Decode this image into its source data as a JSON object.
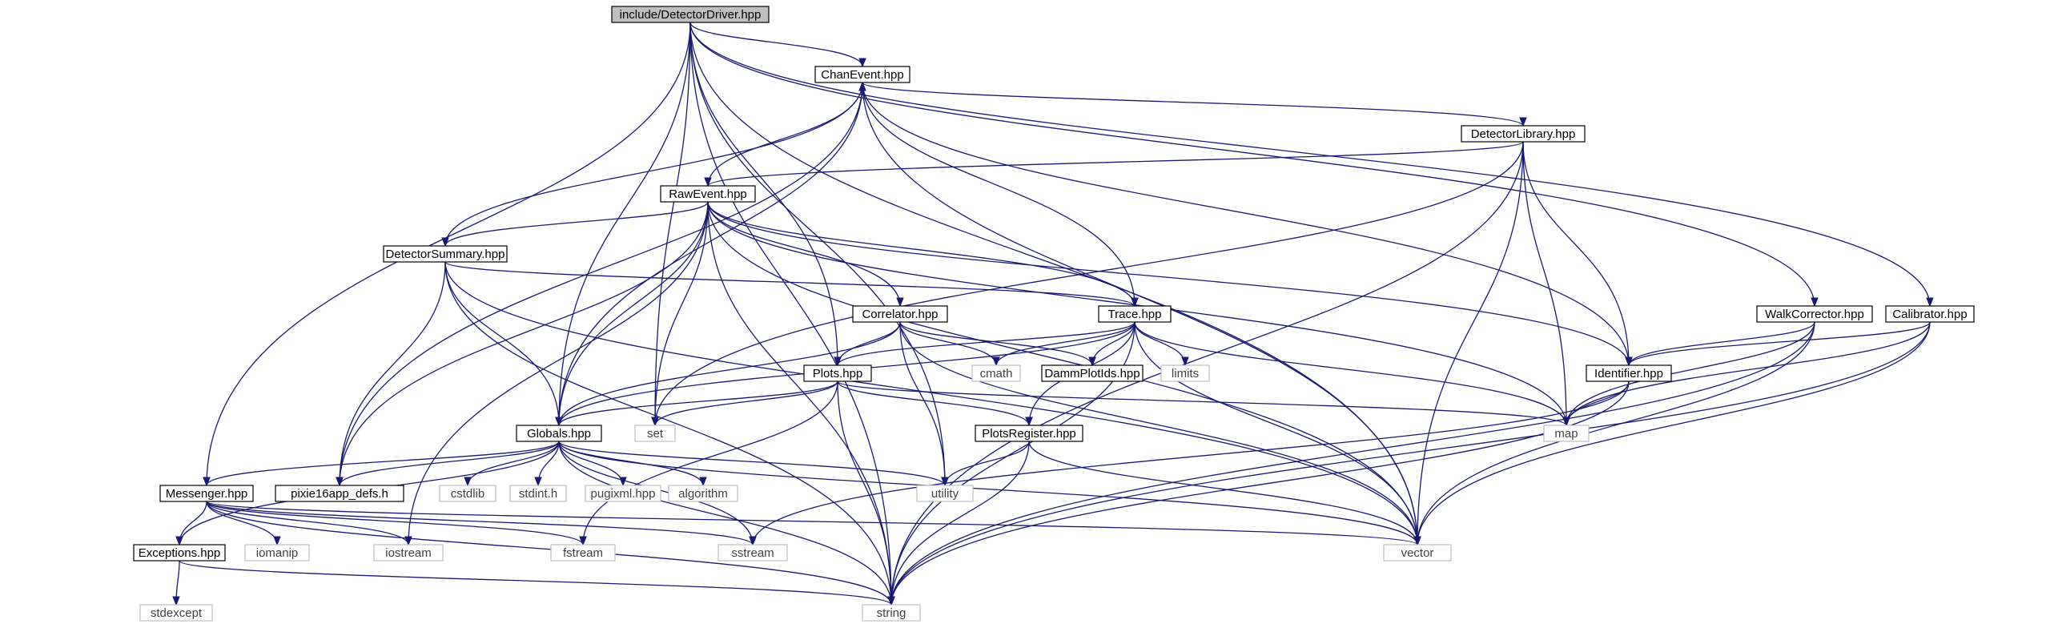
{
  "colors": {
    "edge": "#191970",
    "main_fill": "#bfbfbf",
    "border": "#000000",
    "system_border": "#bfbfbf",
    "background": "#ffffff"
  },
  "nodes": [
    {
      "id": "DetectorDriver",
      "label": "include/DetectorDriver.hpp",
      "kind": "main"
    },
    {
      "id": "ChanEvent",
      "label": "ChanEvent.hpp",
      "kind": "local"
    },
    {
      "id": "DetectorLibrary",
      "label": "DetectorLibrary.hpp",
      "kind": "local"
    },
    {
      "id": "RawEvent",
      "label": "RawEvent.hpp",
      "kind": "local"
    },
    {
      "id": "DetectorSummary",
      "label": "DetectorSummary.hpp",
      "kind": "local"
    },
    {
      "id": "Correlator",
      "label": "Correlator.hpp",
      "kind": "local"
    },
    {
      "id": "Trace",
      "label": "Trace.hpp",
      "kind": "local"
    },
    {
      "id": "WalkCorrector",
      "label": "WalkCorrector.hpp",
      "kind": "local"
    },
    {
      "id": "Calibrator",
      "label": "Calibrator.hpp",
      "kind": "local"
    },
    {
      "id": "Plots",
      "label": "Plots.hpp",
      "kind": "local"
    },
    {
      "id": "cmath",
      "label": "cmath",
      "kind": "system"
    },
    {
      "id": "DammPlotIds",
      "label": "DammPlotIds.hpp",
      "kind": "local"
    },
    {
      "id": "limits",
      "label": "limits",
      "kind": "system"
    },
    {
      "id": "Identifier",
      "label": "Identifier.hpp",
      "kind": "local"
    },
    {
      "id": "Globals",
      "label": "Globals.hpp",
      "kind": "local"
    },
    {
      "id": "set",
      "label": "set",
      "kind": "system"
    },
    {
      "id": "PlotsRegister",
      "label": "PlotsRegister.hpp",
      "kind": "local"
    },
    {
      "id": "map",
      "label": "map",
      "kind": "system"
    },
    {
      "id": "Messenger",
      "label": "Messenger.hpp",
      "kind": "local"
    },
    {
      "id": "pixie16app_defs",
      "label": "pixie16app_defs.h",
      "kind": "local"
    },
    {
      "id": "cstdlib",
      "label": "cstdlib",
      "kind": "system"
    },
    {
      "id": "stdint",
      "label": "stdint.h",
      "kind": "system"
    },
    {
      "id": "pugixml",
      "label": "pugixml.hpp",
      "kind": "system"
    },
    {
      "id": "algorithm",
      "label": "algorithm",
      "kind": "system"
    },
    {
      "id": "utility",
      "label": "utility",
      "kind": "system"
    },
    {
      "id": "Exceptions",
      "label": "Exceptions.hpp",
      "kind": "local"
    },
    {
      "id": "iomanip",
      "label": "iomanip",
      "kind": "system"
    },
    {
      "id": "iostream",
      "label": "iostream",
      "kind": "system"
    },
    {
      "id": "fstream",
      "label": "fstream",
      "kind": "system"
    },
    {
      "id": "sstream",
      "label": "sstream",
      "kind": "system"
    },
    {
      "id": "vector",
      "label": "vector",
      "kind": "system"
    },
    {
      "id": "stdexcept",
      "label": "stdexcept",
      "kind": "system"
    },
    {
      "id": "string",
      "label": "string",
      "kind": "system"
    }
  ],
  "edges": [
    [
      "DetectorDriver",
      "ChanEvent"
    ],
    [
      "DetectorDriver",
      "string"
    ],
    [
      "DetectorDriver",
      "Messenger"
    ],
    [
      "DetectorDriver",
      "Globals"
    ],
    [
      "DetectorDriver",
      "set"
    ],
    [
      "DetectorDriver",
      "Plots"
    ],
    [
      "DetectorDriver",
      "utility"
    ],
    [
      "DetectorDriver",
      "WalkCorrector"
    ],
    [
      "DetectorDriver",
      "Calibrator"
    ],
    [
      "DetectorDriver",
      "vector"
    ],
    [
      "ChanEvent",
      "DetectorLibrary"
    ],
    [
      "ChanEvent",
      "pixie16app_defs"
    ],
    [
      "ChanEvent",
      "Globals"
    ],
    [
      "ChanEvent",
      "Trace"
    ],
    [
      "ChanEvent",
      "Identifier"
    ],
    [
      "ChanEvent",
      "vector"
    ],
    [
      "DetectorLibrary",
      "RawEvent"
    ],
    [
      "DetectorLibrary",
      "set"
    ],
    [
      "DetectorLibrary",
      "vector"
    ],
    [
      "DetectorLibrary",
      "map"
    ],
    [
      "DetectorLibrary",
      "Identifier"
    ],
    [
      "DetectorLibrary",
      "string"
    ],
    [
      "RawEvent",
      "ChanEvent"
    ],
    [
      "RawEvent",
      "DetectorSummary"
    ],
    [
      "RawEvent",
      "string"
    ],
    [
      "RawEvent",
      "pixie16app_defs"
    ],
    [
      "RawEvent",
      "Globals"
    ],
    [
      "RawEvent",
      "iostream"
    ],
    [
      "RawEvent",
      "set"
    ],
    [
      "RawEvent",
      "Correlator"
    ],
    [
      "RawEvent",
      "Trace"
    ],
    [
      "RawEvent",
      "Identifier"
    ],
    [
      "RawEvent",
      "map"
    ],
    [
      "RawEvent",
      "vector"
    ],
    [
      "DetectorSummary",
      "ChanEvent"
    ],
    [
      "DetectorSummary",
      "string"
    ],
    [
      "DetectorSummary",
      "pixie16app_defs"
    ],
    [
      "DetectorSummary",
      "Globals"
    ],
    [
      "DetectorSummary",
      "Trace"
    ],
    [
      "DetectorSummary",
      "vector"
    ],
    [
      "Correlator",
      "Globals"
    ],
    [
      "Correlator",
      "Plots"
    ],
    [
      "Correlator",
      "cmath"
    ],
    [
      "Correlator",
      "DammPlotIds"
    ],
    [
      "Correlator",
      "utility"
    ],
    [
      "Correlator",
      "vector"
    ],
    [
      "Trace",
      "Plots"
    ],
    [
      "Trace",
      "cmath"
    ],
    [
      "Trace",
      "DammPlotIds"
    ],
    [
      "Trace",
      "limits"
    ],
    [
      "Trace",
      "PlotsRegister"
    ],
    [
      "Trace",
      "Globals"
    ],
    [
      "Trace",
      "map"
    ],
    [
      "Trace",
      "vector"
    ],
    [
      "Trace",
      "string"
    ],
    [
      "Plots",
      "Globals"
    ],
    [
      "Plots",
      "set"
    ],
    [
      "Plots",
      "PlotsRegister"
    ],
    [
      "Plots",
      "map"
    ],
    [
      "Plots",
      "string"
    ],
    [
      "Plots",
      "fstream"
    ],
    [
      "PlotsRegister",
      "utility"
    ],
    [
      "PlotsRegister",
      "string"
    ],
    [
      "PlotsRegister",
      "vector"
    ],
    [
      "WalkCorrector",
      "Identifier"
    ],
    [
      "WalkCorrector",
      "map"
    ],
    [
      "WalkCorrector",
      "vector"
    ],
    [
      "WalkCorrector",
      "string"
    ],
    [
      "Calibrator",
      "Identifier"
    ],
    [
      "Calibrator",
      "map"
    ],
    [
      "Calibrator",
      "vector"
    ],
    [
      "Calibrator",
      "string"
    ],
    [
      "Identifier",
      "map"
    ],
    [
      "Identifier",
      "string"
    ],
    [
      "Identifier",
      "sstream"
    ],
    [
      "Globals",
      "Messenger"
    ],
    [
      "Globals",
      "pixie16app_defs"
    ],
    [
      "Globals",
      "cstdlib"
    ],
    [
      "Globals",
      "stdint"
    ],
    [
      "Globals",
      "pugixml"
    ],
    [
      "Globals",
      "algorithm"
    ],
    [
      "Globals",
      "utility"
    ],
    [
      "Globals",
      "vector"
    ],
    [
      "Globals",
      "sstream"
    ],
    [
      "Globals",
      "string"
    ],
    [
      "Globals",
      "Exceptions"
    ],
    [
      "Messenger",
      "Exceptions"
    ],
    [
      "Messenger",
      "iomanip"
    ],
    [
      "Messenger",
      "iostream"
    ],
    [
      "Messenger",
      "fstream"
    ],
    [
      "Messenger",
      "sstream"
    ],
    [
      "Messenger",
      "string"
    ],
    [
      "Messenger",
      "vector"
    ],
    [
      "Exceptions",
      "stdexcept"
    ],
    [
      "Exceptions",
      "string"
    ]
  ]
}
